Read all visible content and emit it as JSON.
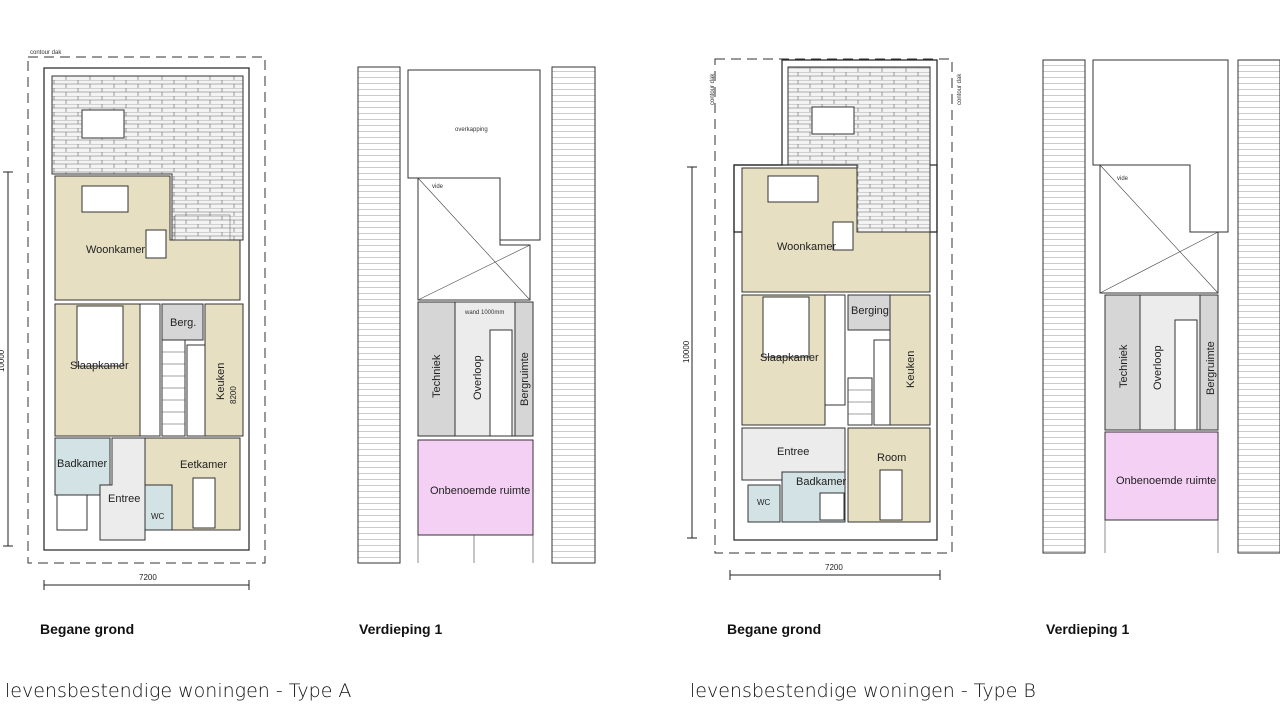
{
  "colors": {
    "living": "#e6dfc1",
    "wet": "#d3e2e4",
    "service": "#d6d6d6",
    "hall": "#ececec",
    "unnamed": "#f4d0f4",
    "terrace": "#ededed"
  },
  "type_a": {
    "ground": {
      "caption": "Begane grond",
      "contour_label": "contour dak",
      "rooms": {
        "woonkamer": "Woonkamer",
        "slaapkamer": "Slaapkamer",
        "berg": "Berg.",
        "keuken": "Keuken",
        "keuken_dim": "8200",
        "badkamer": "Badkamer",
        "entree": "Entree",
        "wc": "WC",
        "eetkamer": "Eetkamer"
      },
      "dim_width": "7200",
      "dim_depth": "10000"
    },
    "upper": {
      "caption": "Verdieping 1",
      "rooms": {
        "overkapping": "overkapping",
        "vide": "vide",
        "wand": "wand 1000mm",
        "techniek": "Techniek",
        "overloop": "Overloop",
        "bergruimte": "Bergruimte",
        "onbenoemd": "Onbenoemde ruimte"
      }
    },
    "footer": "levensbestendige woningen - Type A"
  },
  "type_b": {
    "ground": {
      "caption": "Begane grond",
      "contour_label": "contour dak",
      "rooms": {
        "woonkamer": "Woonkamer",
        "slaapkamer": "Slaapkamer",
        "berging": "Berging",
        "keuken": "Keuken",
        "entree": "Entree",
        "wc": "WC",
        "badkamer": "Badkamer",
        "room": "Room"
      },
      "dim_width": "7200",
      "dim_depth": "10000"
    },
    "upper": {
      "caption": "Verdieping 1",
      "rooms": {
        "vide": "vide",
        "techniek": "Techniek",
        "overloop": "Overloop",
        "bergruimte": "Bergruimte",
        "onbenoemd": "Onbenoemde ruimte"
      }
    },
    "footer": "levensbestendige woningen - Type B"
  }
}
